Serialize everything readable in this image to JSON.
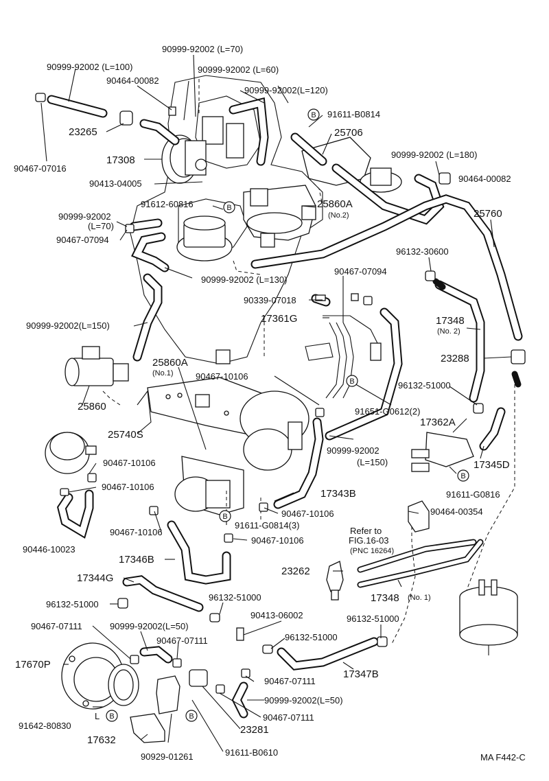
{
  "labels": {
    "p_9099992002_l100": "90999-92002 (L=100)",
    "p_9099992002_l70_top": "90999-92002 (L=70)",
    "p_9099992002_l60": "90999-92002 (L=60)",
    "p_9046400082_a": "90464-00082",
    "p_9099992002_l120": "90999-92002(L=120)",
    "p_9161180814": "91611-B0814",
    "p_23265": "23265",
    "p_25706": "25706",
    "p_17308": "17308",
    "p_9046707016": "90467-07016",
    "p_9041304005": "90413-04005",
    "p_9099992002_l180": "90999-92002 (L=180)",
    "p_9046400082_b": "90464-00082",
    "p_9161260816": "91612-60816",
    "p_25860a_no2": "25860A",
    "p_no2": "(No.2)",
    "p_9099992002_l70": "90999-92002",
    "p_l70": "(L=70)",
    "p_9046707094_a": "90467-07094",
    "p_25760": "25760",
    "p_9613230600": "96132-30600",
    "p_9099992002_l130": "90999-92002 (L=130)",
    "p_9046707094_b": "90467-07094",
    "p_9033907018": "90339-07018",
    "p_17361g": "17361G",
    "p_17348_no2": "17348",
    "p_no2_b": "(No. 2)",
    "p_9099992002_l150": "90999-92002(L=150)",
    "p_23288": "23288",
    "p_25860a_no1": "25860A",
    "p_no1": "(No.1)",
    "p_9046710106_a": "90467-10106",
    "p_9613251000_a": "96132-51000",
    "p_25860": "25860",
    "p_91651g0612": "91651-G0612(2)",
    "p_17362a": "17362A",
    "p_25740s": "25740S",
    "p_9099992002_l150b": "90999-92002",
    "p_l150": "(L=150)",
    "p_17345d": "17345D",
    "p_9046710106_b": "90467-10106",
    "p_91611g0816": "91611-G0816",
    "p_9046710106_c": "90467-10106",
    "p_17343b": "17343B",
    "p_9046710106_d": "90467-10106",
    "p_9046400354": "90464-00354",
    "p_91611g0814": "91611-G0814(3)",
    "p_9046710106_e": "90467-10106",
    "p_refer_to": "Refer to",
    "p_fig1603": "FIG.16-03",
    "p_pnc": "(PNC 16264)",
    "p_9044610023": "90446-10023",
    "p_9046710106_f": "90467-10106",
    "p_17346b": "17346B",
    "p_23262": "23262",
    "p_17344g": "17344G",
    "p_17348_no1": "17348",
    "p_no1_b": "(No. 1)",
    "p_9613251000_b": "96132-51000",
    "p_9613251000_c": "96132-51000",
    "p_9041306002": "90413-06002",
    "p_9046707111_a": "90467-07111",
    "p_9099992002_l50a": "90999-92002(L=50)",
    "p_9613251000_d": "96132-51000",
    "p_9613251000_e": "96132-51000",
    "p_9046707111_b": "90467-07111",
    "p_17670p": "17670P",
    "p_17347b": "17347B",
    "p_9046707111_c": "90467-07111",
    "p_9099992002_l50b": "90999-92002(L=50)",
    "p_9164280830": "91642-80830",
    "p_l": "L",
    "p_9046707111_d": "90467-07111",
    "p_23281": "23281",
    "p_17632": "17632",
    "p_9092901261": "90929-01261",
    "p_9161180610": "91611-B0610",
    "p_fig_code": "MA F442-C",
    "b_mark": "B"
  }
}
